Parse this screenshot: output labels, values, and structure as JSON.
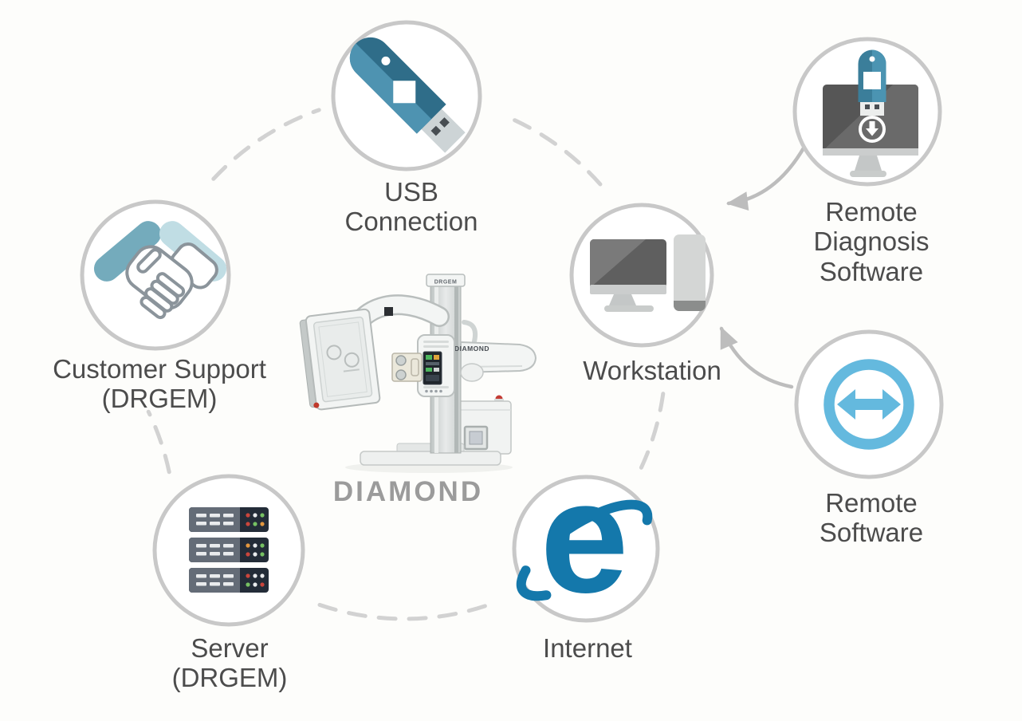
{
  "diagram": {
    "caption": "DIAMOND",
    "machine": {
      "column_label": "DRGEM",
      "arm_label": "DIAMOND"
    },
    "nodes": [
      {
        "id": "usb-connection",
        "label": "USB\nConnection",
        "icon": "usb-flash-drive-icon"
      },
      {
        "id": "customer-support",
        "label": "Customer Support\n(DRGEM)",
        "icon": "handshake-icon"
      },
      {
        "id": "server",
        "label": "Server\n(DRGEM)",
        "icon": "server-rack-icon"
      },
      {
        "id": "internet",
        "label": "Internet",
        "icon": "internet-explorer-icon"
      },
      {
        "id": "workstation",
        "label": "Workstation",
        "icon": "desktop-computer-icon"
      },
      {
        "id": "remote-diagnosis-software",
        "label": "Remote\nDiagnosis Software",
        "icon": "monitor-usb-download-icon"
      },
      {
        "id": "remote-software",
        "label": "Remote Software",
        "icon": "remote-session-arrows-icon"
      }
    ],
    "colors": {
      "teal_dark": "#2f6d89",
      "teal_light": "#4e93b1",
      "sleeve_teal": "#74abbc",
      "sleeve_light_teal": "#c0dde4",
      "server_gray": "#636b76",
      "server_navy": "#232c38",
      "ie_blue": "#1478ab",
      "teamviewer_blue": "#64b9de",
      "circle_stroke": "#c8c8c8",
      "dash_gray": "#d2d2d2",
      "arrow_gray": "#bdbdbd",
      "label_text": "#4c4c4c",
      "caption_gray": "#9b9b9b"
    }
  }
}
